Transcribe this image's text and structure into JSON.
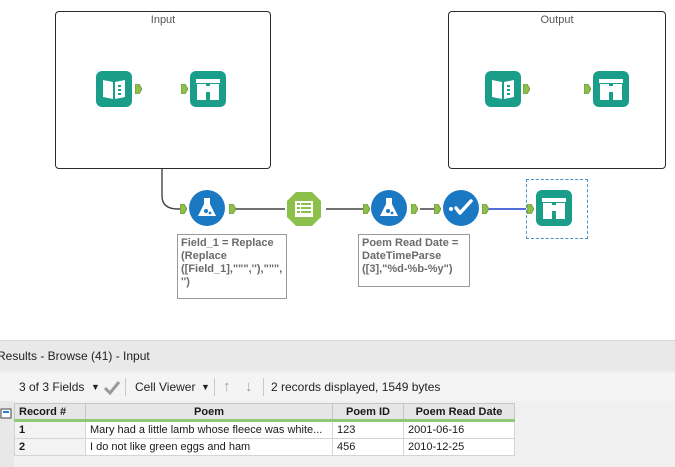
{
  "canvas": {
    "containers": [
      {
        "title": "Input"
      },
      {
        "title": "Output"
      }
    ],
    "annotations": {
      "formula": "Field_1 = Replace\n(Replace\n([Field_1],\"\"\",''),\"\"\",\n'')",
      "datetime": "Poem Read Date =\nDateTimeParse\n([3],\"%d-%b-%y\")"
    }
  },
  "results": {
    "title": "Results - Browse (41) - Input",
    "toolbar": {
      "fields_label": "3 of 3 Fields",
      "cell_viewer_label": "Cell Viewer",
      "status": "2 records displayed, 1549 bytes"
    },
    "table": {
      "headers": [
        "Record #",
        "Poem",
        "Poem ID",
        "Poem Read Date"
      ],
      "rows": [
        {
          "record": "1",
          "poem": "Mary had a little lamb whose fleece was white...",
          "poem_id": "123",
          "read_date": "2001-06-16"
        },
        {
          "record": "2",
          "poem": "I do not like green eggs and ham",
          "poem_id": "456",
          "read_date": "2010-12-25"
        }
      ]
    }
  },
  "colors": {
    "tool_teal": "#1a9e8a",
    "formula_blue": "#1b78c2",
    "select_green": "#8cc04a",
    "connector_green": "#8cc04a"
  }
}
